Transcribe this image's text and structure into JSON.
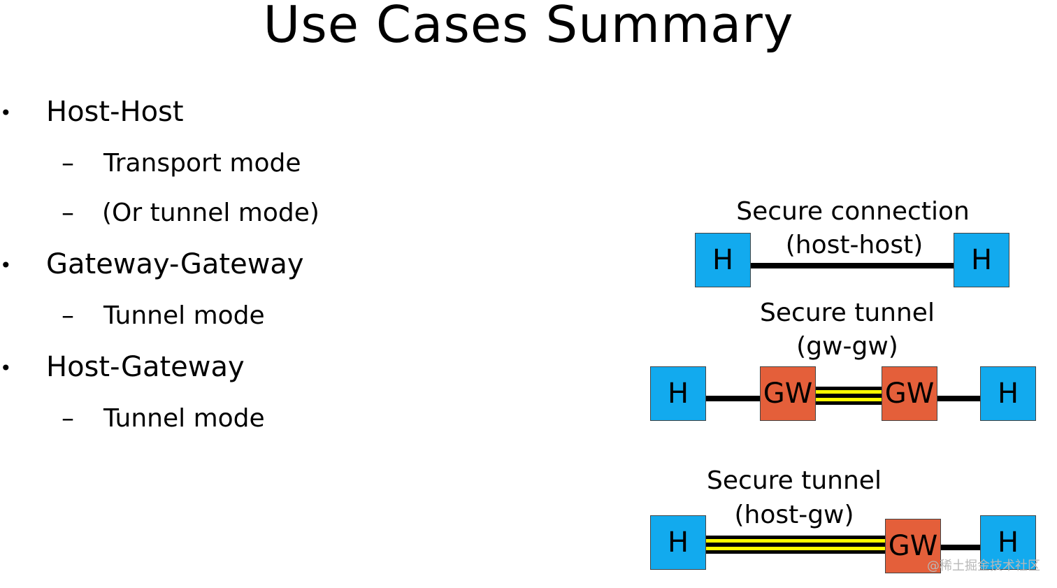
{
  "title": "Use Cases Summary",
  "bullets": [
    {
      "text": "Host-Host",
      "subs": [
        "Transport mode",
        "(Or tunnel mode)"
      ]
    },
    {
      "text": "Gateway-Gateway",
      "subs": [
        "Tunnel mode"
      ]
    },
    {
      "text": "Host-Gateway",
      "subs": [
        "Tunnel mode"
      ]
    }
  ],
  "bullet_marker": "•",
  "sub_marker": "–",
  "diagram": {
    "host_label": "H",
    "gw_label": "GW",
    "colors": {
      "host": "#12aaee",
      "gateway": "#e45f3a",
      "tunnel": "#ffff00"
    },
    "scenarios": [
      {
        "line1": "Secure connection",
        "line2": "(host-host)"
      },
      {
        "line1": "Secure tunnel",
        "line2": "(gw-gw)"
      },
      {
        "line1": "Secure tunnel",
        "line2": "(host-gw)"
      }
    ]
  },
  "watermark": "@稀土掘金技术社区"
}
